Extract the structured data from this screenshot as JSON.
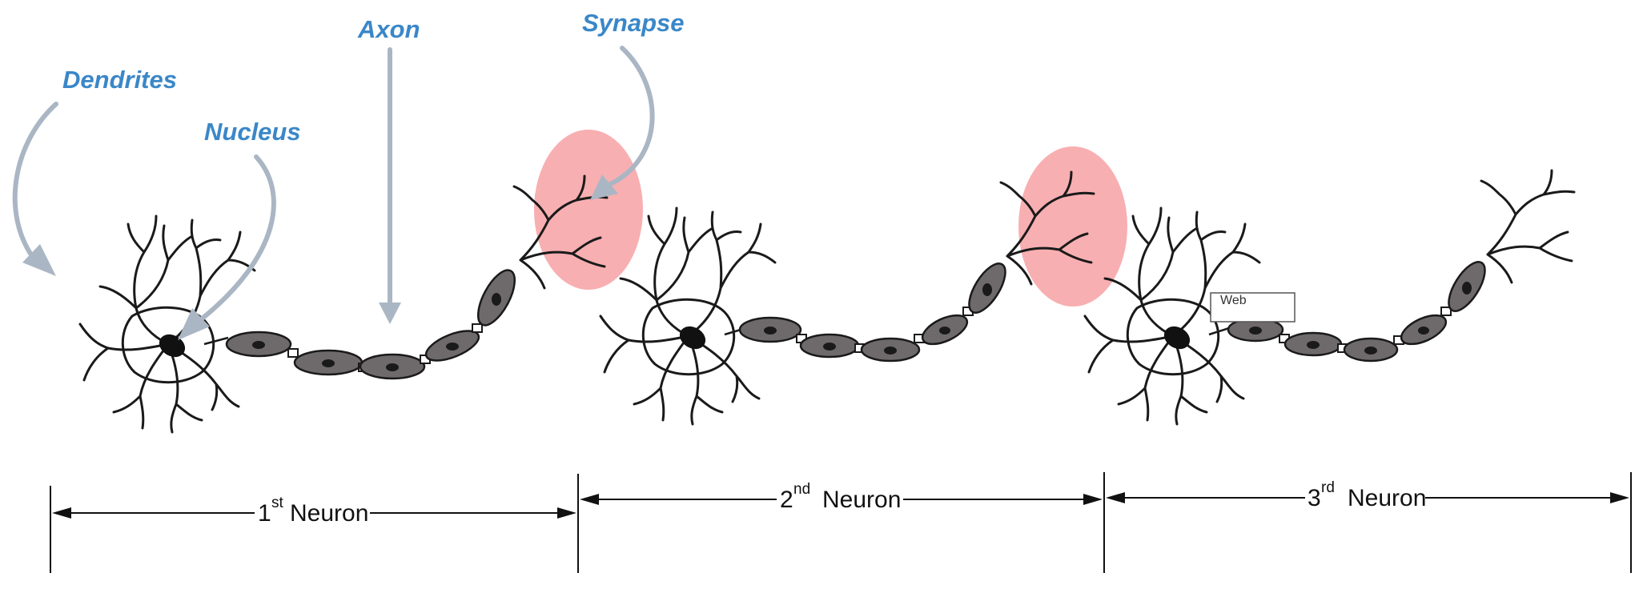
{
  "labels": {
    "dendrites": "Dendrites",
    "nucleus": "Nucleus",
    "axon": "Axon",
    "synapse": "Synapse"
  },
  "neurons": [
    {
      "number": "1",
      "suffix": "st",
      "word": "Neuron"
    },
    {
      "number": "2",
      "suffix": "nd",
      "word": "Neuron"
    },
    {
      "number": "3",
      "suffix": "rd",
      "word": "Neuron"
    }
  ],
  "web_box": {
    "line1": "Web"
  },
  "colors": {
    "label_blue": "#3a87c8",
    "pointer_grey": "#aab6c4",
    "synapse_pink": "#f7a1a3",
    "myelin_grey": "#6e6a6b"
  },
  "icons": [
    "neuron-cell-icon",
    "pointer-arrow-icon",
    "dimension-arrow-icon"
  ]
}
